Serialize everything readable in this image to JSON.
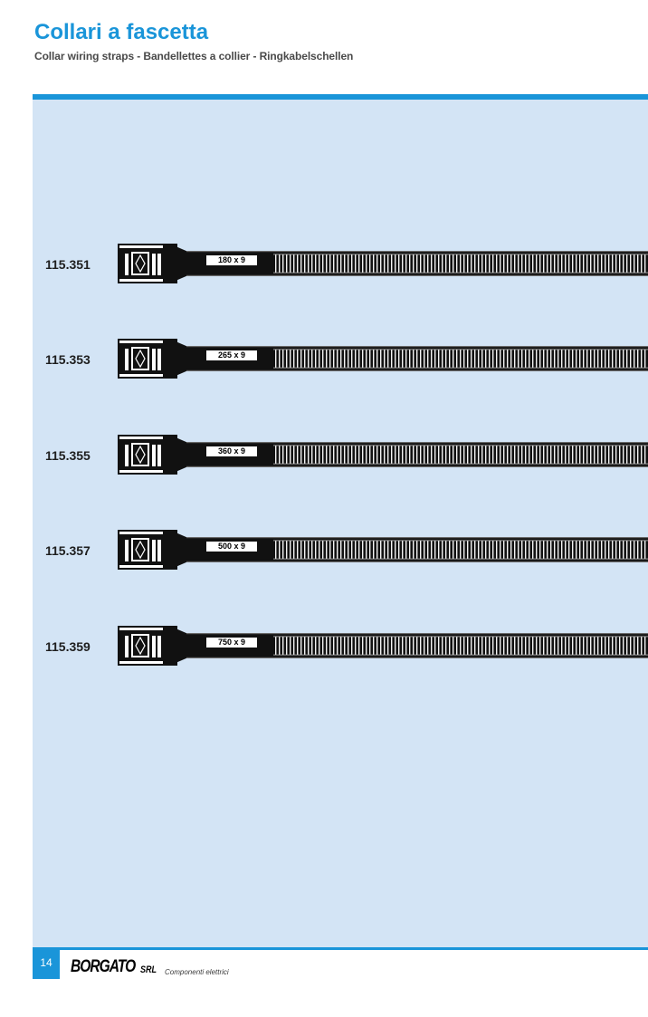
{
  "header": {
    "title": "Collari a fascetta",
    "subtitle": "Collar wiring straps - Bandellettes a collier - Ringkabelschellen"
  },
  "products": [
    {
      "code": "115.351",
      "size": "180 x 9"
    },
    {
      "code": "115.353",
      "size": "265 x 9"
    },
    {
      "code": "115.355",
      "size": "360 x 9"
    },
    {
      "code": "115.357",
      "size": "500 x 9"
    },
    {
      "code": "115.359",
      "size": "750 x 9"
    }
  ],
  "footer": {
    "page_number": "14",
    "brand": "BORGATO",
    "brand_suffix": "SRL",
    "tagline": "Componenti elettrici"
  },
  "colors": {
    "accent": "#1a95d9",
    "panel": "#d3e4f5",
    "strap": "#111111"
  }
}
